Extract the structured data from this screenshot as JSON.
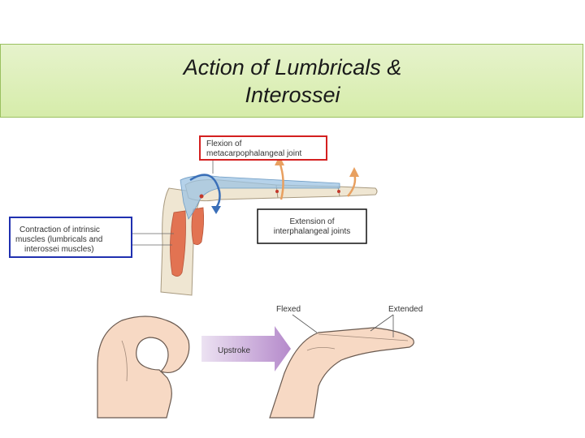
{
  "slide": {
    "title_line1": "Action of Lumbricals &",
    "title_line2": "Interossei"
  },
  "diagram": {
    "flexion_label_line1": "Flexion of",
    "flexion_label_line2": "metacarpophalangeal joint",
    "extension_label_line1": "Extension of",
    "extension_label_line2": "interphalangeal joints",
    "contraction_label_line1": "Contraction of intrinsic",
    "contraction_label_line2": "muscles (lumbricals and",
    "contraction_label_line3": "interossei muscles)",
    "upstroke_label": "Upstroke",
    "flexed_label": "Flexed",
    "extended_label": "Extended"
  },
  "colors": {
    "flexion_box": "#d42020",
    "contraction_box": "#2030b0",
    "extension_box": "#111111",
    "arrow_orange": "#e8a060",
    "upstroke_arrow": "#b58acb",
    "banner": "#dcefb6",
    "skin": "#f7d9c4",
    "bone": "#efe6d2",
    "muscle": "#e27352",
    "tendon": "#9cc3e3"
  }
}
